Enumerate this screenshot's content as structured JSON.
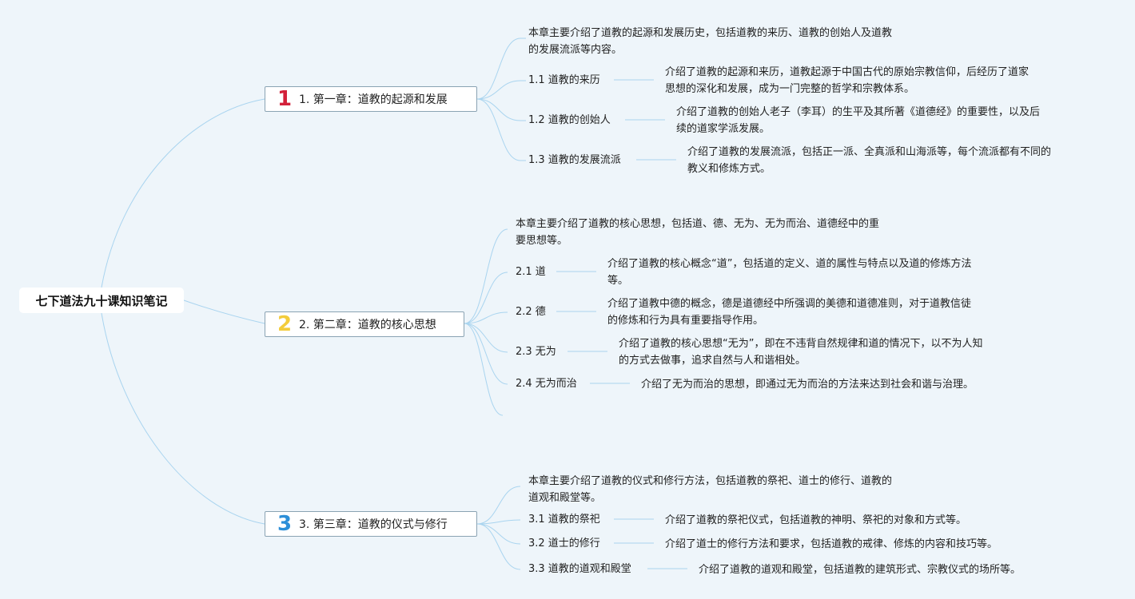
{
  "root": {
    "title": "七下道法九十课知识笔记"
  },
  "colors": {
    "link": "#a9d4ef",
    "badge1": "#d3213a",
    "badge2": "#f3cc3b",
    "badge3": "#2d8fd8",
    "background": "#eef5fa"
  },
  "chapters": [
    {
      "badge": "1",
      "title": "1. 第一章：道教的起源和发展",
      "summary": [
        "本章主要介绍了道教的起源和发展历史，包括道教的来历、道教的创始人及道教",
        "的发展流派等内容。"
      ],
      "sections": [
        {
          "label": "1.1 道教的来历",
          "desc": [
            "介绍了道教的起源和来历，道教起源于中国古代的原始宗教信仰，后经历了道家",
            "思想的深化和发展，成为一门完整的哲学和宗教体系。"
          ]
        },
        {
          "label": "1.2 道教的创始人",
          "desc": [
            "介绍了道教的创始人老子（李耳）的生平及其所著《道德经》的重要性，以及后",
            "续的道家学派发展。"
          ]
        },
        {
          "label": "1.3 道教的发展流派",
          "desc": [
            "介绍了道教的发展流派，包括正一派、全真派和山海派等，每个流派都有不同的",
            "教义和修炼方式。"
          ]
        }
      ]
    },
    {
      "badge": "2",
      "title": "2. 第二章：道教的核心思想",
      "summary": [
        "本章主要介绍了道教的核心思想，包括道、德、无为、无为而治、道德经中的重",
        "要思想等。"
      ],
      "sections": [
        {
          "label": "2.1 道",
          "desc": [
            "介绍了道教的核心概念“道”，包括道的定义、道的属性与特点以及道的修炼方法",
            "等。"
          ]
        },
        {
          "label": "2.2 德",
          "desc": [
            "介绍了道教中德的概念，德是道德经中所强调的美德和道德准则，对于道教信徒",
            "的修炼和行为具有重要指导作用。"
          ]
        },
        {
          "label": "2.3 无为",
          "desc": [
            "介绍了道教的核心思想“无为”，即在不违背自然规律和道的情况下，以不为人知",
            "的方式去做事，追求自然与人和谐相处。"
          ]
        },
        {
          "label": "2.4 无为而治",
          "desc": [
            "介绍了无为而治的思想，即通过无为而治的方法来达到社会和谐与治理。"
          ]
        }
      ]
    },
    {
      "badge": "3",
      "title": "3. 第三章：道教的仪式与修行",
      "summary": [
        "本章主要介绍了道教的仪式和修行方法，包括道教的祭祀、道士的修行、道教的",
        "道观和殿堂等。"
      ],
      "sections": [
        {
          "label": "3.1 道教的祭祀",
          "desc": [
            "介绍了道教的祭祀仪式，包括道教的神明、祭祀的对象和方式等。"
          ]
        },
        {
          "label": "3.2 道士的修行",
          "desc": [
            "介绍了道士的修行方法和要求，包括道教的戒律、修炼的内容和技巧等。"
          ]
        },
        {
          "label": "3.3 道教的道观和殿堂",
          "desc": [
            "介绍了道教的道观和殿堂，包括道教的建筑形式、宗教仪式的场所等。"
          ]
        }
      ]
    }
  ]
}
